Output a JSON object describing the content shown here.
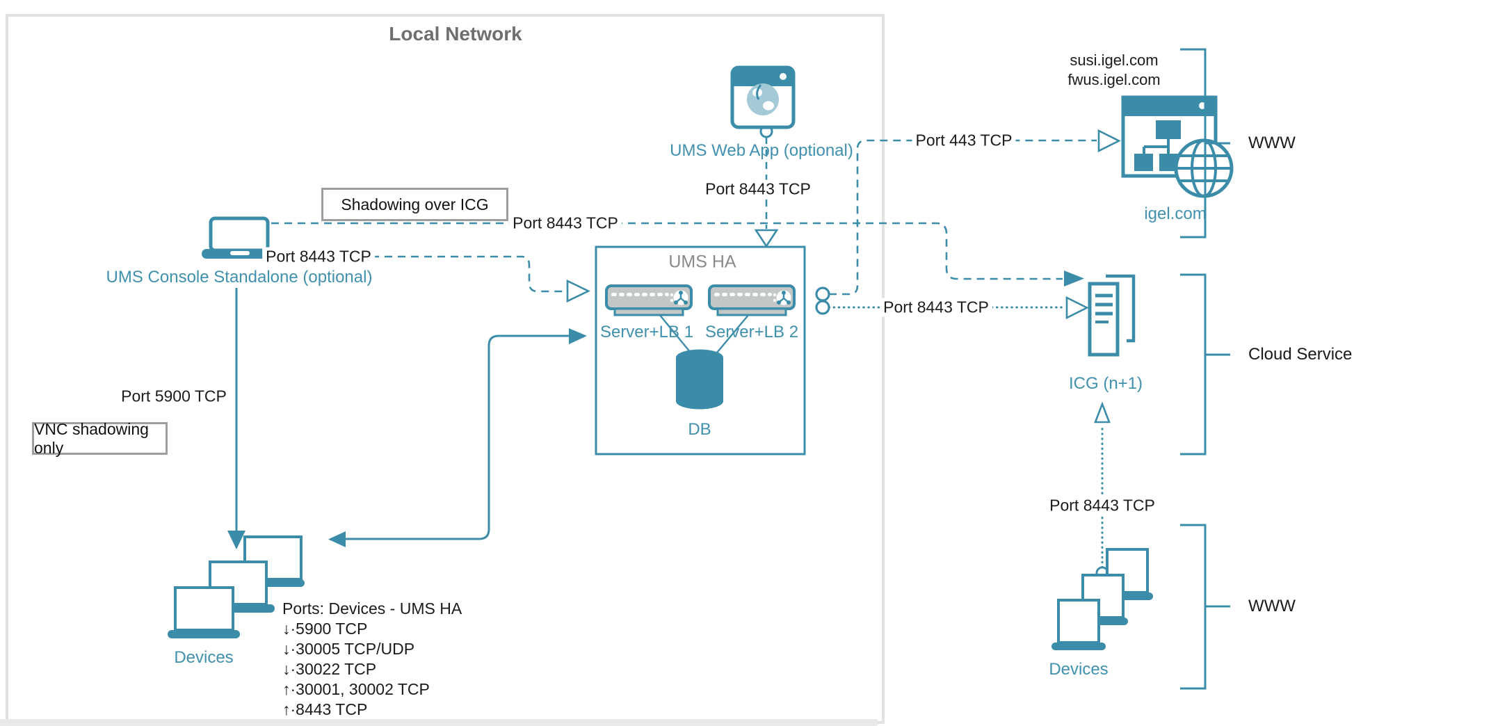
{
  "colors": {
    "teal": "#3a8ca8",
    "teal_text": "#4191ae",
    "frame_border": "#e2e2e2",
    "frame_title_gray": "#6f6f6f",
    "ha_title_gray": "#8a8a8a",
    "callout_border": "#9e9e9e",
    "label_black": "#1b1b1b",
    "server_fill": "#c3c7c6",
    "globe_fill": "#a4c9d7"
  },
  "frame": {
    "title": "Local Network"
  },
  "nodes": {
    "console": {
      "label": "UMS Console Standalone (optional)"
    },
    "web_app": {
      "label": "UMS Web App (optional)"
    },
    "ums_ha": {
      "title": "UMS HA",
      "server1_label": "Server+LB 1",
      "server2_label": "Server+LB 2",
      "db_label": "DB"
    },
    "devices_local": {
      "label": "Devices"
    },
    "devices_www": {
      "label": "Devices"
    },
    "igel": {
      "domain1": "susi.igel.com",
      "domain2": "fwus.igel.com",
      "label": "igel.com"
    },
    "icg": {
      "label": "ICG (n+1)"
    }
  },
  "callouts": {
    "shadowing": "Shadowing over ICG",
    "vnc": "VNC shadowing only"
  },
  "port_labels": {
    "console_icg": "Port 8443 TCP",
    "console_ums": "Port 8443 TCP",
    "webapp_ums": "Port 8443 TCP",
    "console_devices": "Port 5900 TCP",
    "ums_igel": "Port 443 TCP",
    "ums_icg": "Port 8443 TCP",
    "devices_icg": "Port 8443 TCP"
  },
  "ports_list": {
    "title": "Ports: Devices - UMS HA",
    "items": [
      "↓·5900 TCP",
      "↓·30005 TCP/UDP",
      "↓·30022 TCP",
      "↑·30001, 30002 TCP",
      "↑·8443 TCP"
    ]
  },
  "zones": {
    "www_top": "WWW",
    "cloud": "Cloud Service",
    "www_bottom": "WWW"
  }
}
